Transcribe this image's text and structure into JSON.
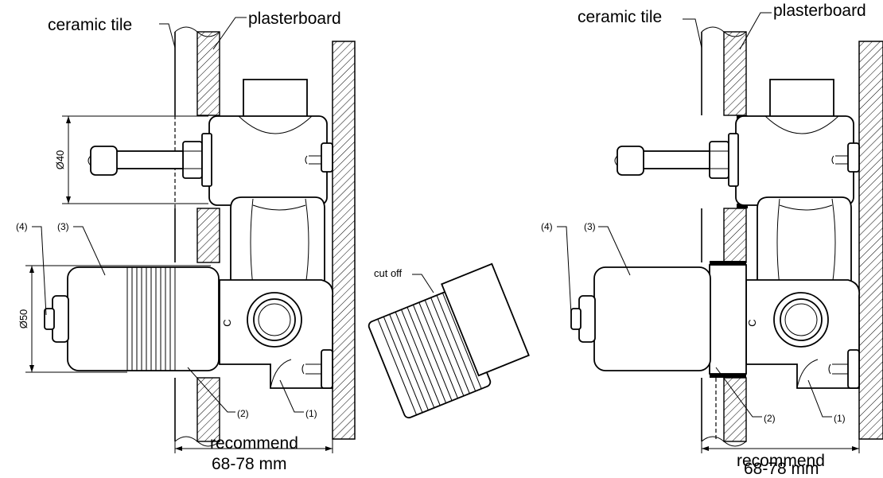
{
  "left": {
    "ceramic_tile": "ceramic tile",
    "plasterboard": "plasterboard",
    "dim_40": "Ø40",
    "dim_50": "Ø50",
    "label_4": "(4)",
    "label_3": "(3)",
    "label_2": "(2)",
    "label_1": "(1)",
    "marking_c": "C",
    "recommend": "recommend",
    "range": "68-78 mm"
  },
  "middle": {
    "cut_off": "cut off"
  },
  "right": {
    "ceramic_tile": "ceramic tile",
    "plasterboard": "plasterboard",
    "label_4": "(4)",
    "label_3": "(3)",
    "label_2": "(2)",
    "label_1": "(1)",
    "marking_c": "C",
    "recommend": "recommend",
    "range": "68-78 mm"
  },
  "colors": {
    "ink": "#000000",
    "background": "#ffffff"
  }
}
